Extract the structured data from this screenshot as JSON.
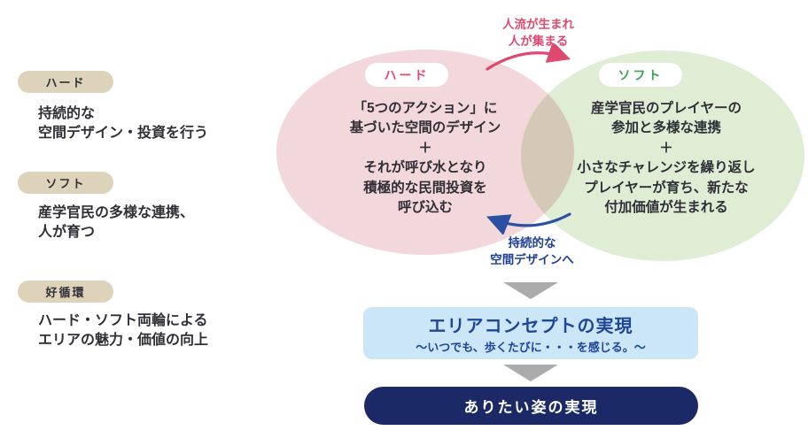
{
  "diagram": {
    "left_panel": {
      "items": [
        {
          "badge": "ハード",
          "text": "持続的な\n空間デザイン・投資を行う"
        },
        {
          "badge": "ソフト",
          "text": "産学官民の多様な連携、\n人が育つ"
        },
        {
          "badge": "好循環",
          "text": "ハード・ソフト両輪による\nエリアの魅力・価値の向上"
        }
      ]
    },
    "venn": {
      "hard": {
        "label": "ハード",
        "body": "「5つのアクション」に\n基づいた空間のデザイン\n＋\nそれが呼び水となり\n積極的な民間投資を\n呼び込む"
      },
      "soft": {
        "label": "ソフト",
        "body": "産学官民のプレイヤーの\n参加と多様な連携\n＋\n小さなチャレンジを繰り返し\nプレイヤーが育ち、新たな\n付加価値が生まれる"
      },
      "top_arrow_label": "人流が生まれ\n人が集まる",
      "bottom_arrow_label": "持続的な\n空間デザインへ"
    },
    "outcome": {
      "concept_title": "エリアコンセプトの実現",
      "concept_subtitle": "～いつでも、歩くたびに・・・を感じる。～",
      "goal": "ありたい姿の実現"
    },
    "colors": {
      "hard_fill": "#f2d7db",
      "soft_fill": "#e0edd5",
      "hard_accent": "#e0496e",
      "soft_accent": "#3ba153",
      "badge_fill": "#ddd3bb",
      "flow_blue": "#2b4fa3",
      "concept_fill": "#cbe6f7",
      "concept_text": "#1d4699",
      "goal_fill": "#1b2a66",
      "triangle_gray": "#ababab",
      "body_text": "#2f2f36"
    }
  }
}
